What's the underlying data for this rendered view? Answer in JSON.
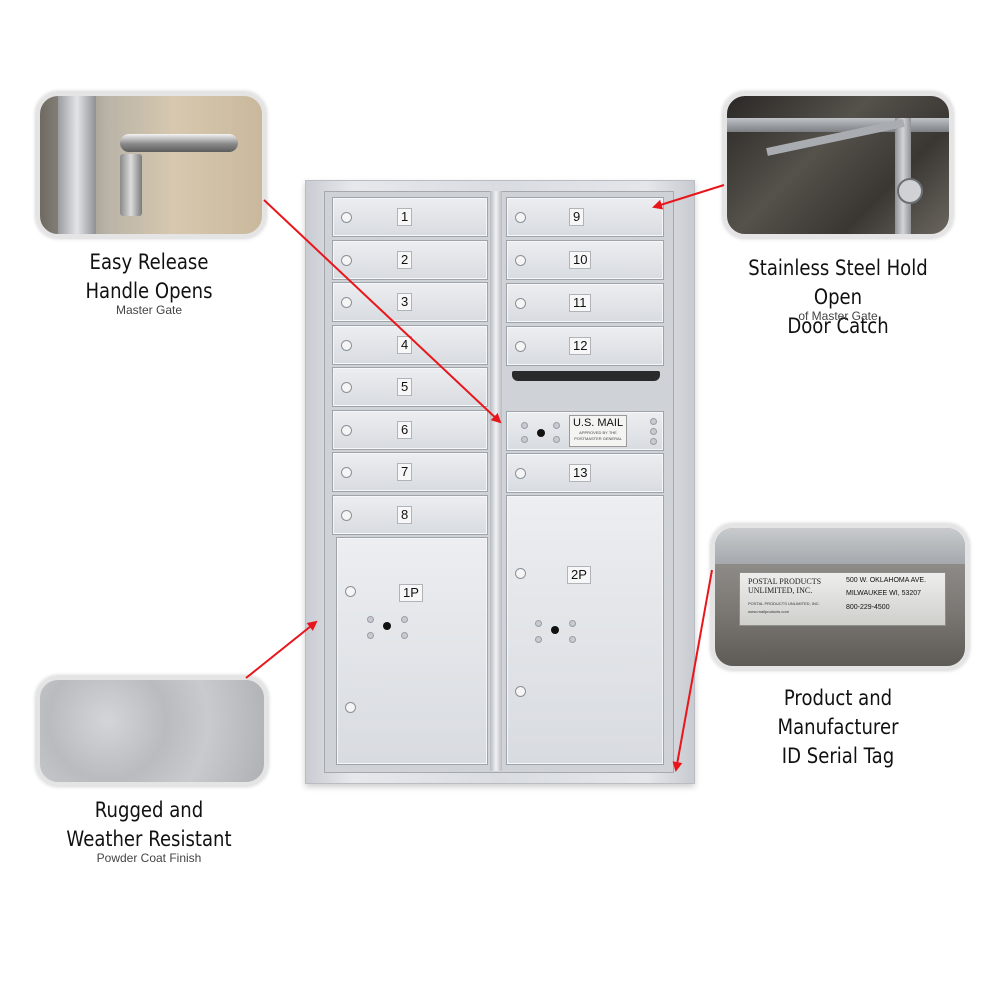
{
  "callouts": {
    "handle": {
      "title_line1": "Easy Release",
      "title_line2": "Handle Opens",
      "subtitle": "Master Gate"
    },
    "catch": {
      "title_line1": "Stainless Steel Hold Open",
      "title_line2": "Door Catch",
      "subtitle": "of Master Gate"
    },
    "tag": {
      "title_line1": "Product and Manufacturer",
      "title_line2": "ID Serial Tag"
    },
    "finish": {
      "title_line1": "Rugged and",
      "title_line2": "Weather Resistant",
      "subtitle": "Powder Coat Finish"
    }
  },
  "serial_tag": {
    "brand_line1": "POSTAL PRODUCTS",
    "brand_line2": "UNLIMITED, INC.",
    "address1": "500 W. OKLAHOMA AVE.",
    "address2": "MILWAUKEE WI, 53207",
    "phone": "800-229-4500",
    "small1": "POSTAL PRODUCTS UNLIMITED, INC.",
    "small2": "www.mailproducts.com"
  },
  "mailbox": {
    "left_doors": [
      "1",
      "2",
      "3",
      "4",
      "5",
      "6",
      "7",
      "8"
    ],
    "right_doors": [
      "9",
      "10",
      "11",
      "12"
    ],
    "door_13": "13",
    "parcel_left": "1P",
    "parcel_right": "2P",
    "usmail_label": "U.S. MAIL",
    "usmail_small1": "APPROVED BY THE",
    "usmail_small2": "POSTMASTER GENERAL"
  },
  "colors": {
    "arrow": "#e8161b",
    "cabinet": "#dcdfe4",
    "caption_text": "#111111"
  }
}
